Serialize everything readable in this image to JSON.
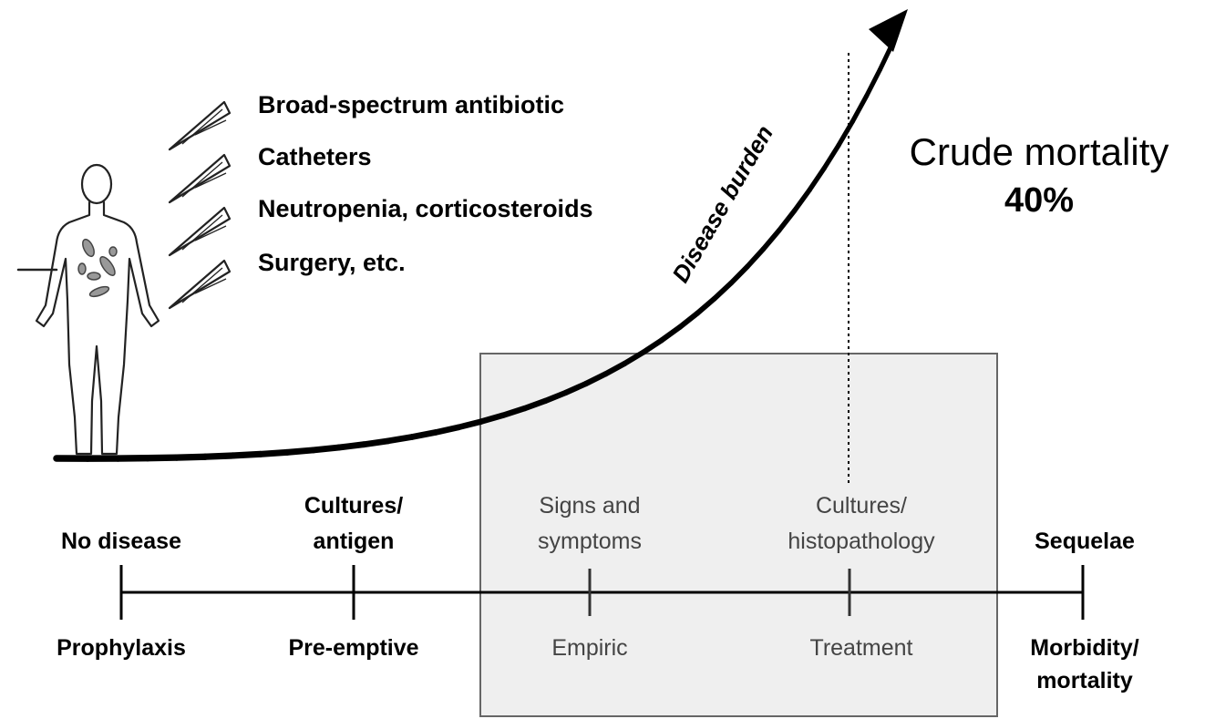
{
  "colors": {
    "ink": "#000000",
    "muted": "#444444",
    "box_fill": "#efefef",
    "box_stroke": "#666666"
  },
  "risk_factors": [
    {
      "label": "Broad-spectrum antibiotic"
    },
    {
      "label": "Catheters"
    },
    {
      "label": "Neutropenia, corticosteroids"
    },
    {
      "label": "Surgery, etc."
    }
  ],
  "curve": {
    "label": "Disease burden"
  },
  "outcome": {
    "line1": "Crude mortality",
    "line2": "40%"
  },
  "timeline": {
    "stages": [
      {
        "top_line1": "",
        "top_line2": "No disease",
        "bottom_line1": "Prophylaxis",
        "bottom_line2": "",
        "in_box": false
      },
      {
        "top_line1": "Cultures/",
        "top_line2": "antigen",
        "bottom_line1": "Pre-emptive",
        "bottom_line2": "",
        "in_box": false
      },
      {
        "top_line1": "Signs and",
        "top_line2": "symptoms",
        "bottom_line1": "Empiric",
        "bottom_line2": "",
        "in_box": true
      },
      {
        "top_line1": "Cultures/",
        "top_line2": "histopathology",
        "bottom_line1": "Treatment",
        "bottom_line2": "",
        "in_box": true
      },
      {
        "top_line1": "",
        "top_line2": "Sequelae",
        "bottom_line1": "Morbidity/",
        "bottom_line2": "mortality",
        "in_box": false
      }
    ]
  },
  "icons": {
    "patient": "human-body-outline-icon",
    "risk": "syringe-needle-icon"
  }
}
